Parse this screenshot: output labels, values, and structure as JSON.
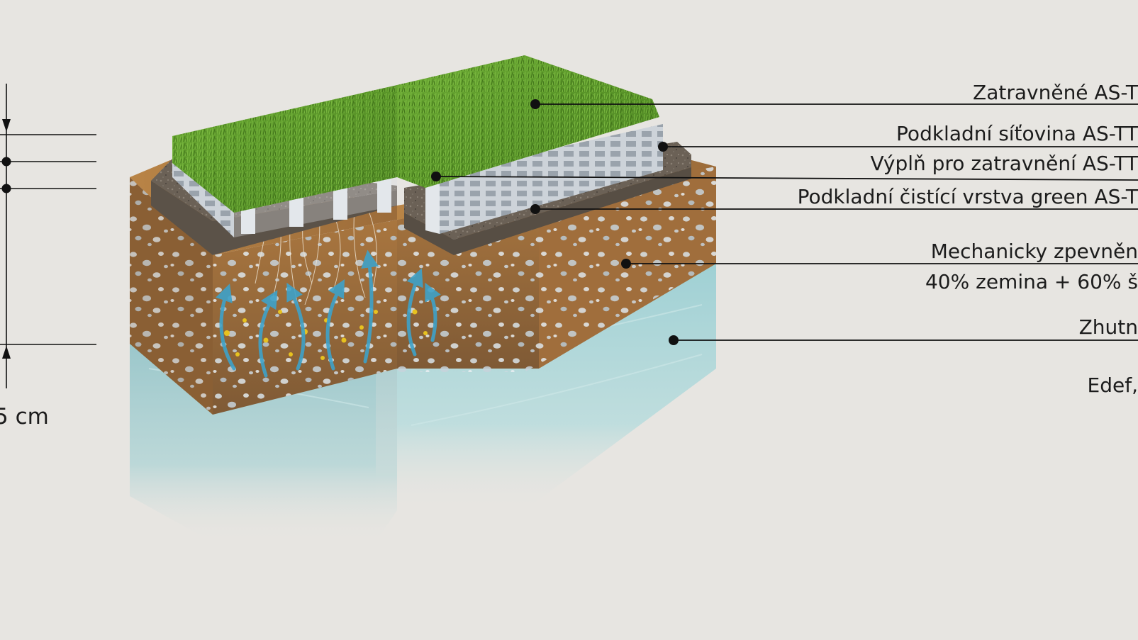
{
  "layer_labels": [
    {
      "id": "grass",
      "text": "Zatravněné AS-T"
    },
    {
      "id": "mesh",
      "text": "Podkladní síťovina AS-TT"
    },
    {
      "id": "fill",
      "text": "Výplň pro zatravnění AS-TT"
    },
    {
      "id": "cleaning",
      "text": "Podkladní čistící vrstva green AS-T"
    },
    {
      "id": "mechanical_1",
      "text": "Mechanicky zpevněn"
    },
    {
      "id": "mechanical_2",
      "text": "40% zemina + 60% š"
    },
    {
      "id": "compacted",
      "text": "Zhutn"
    },
    {
      "id": "edef",
      "text": "Edef,"
    }
  ],
  "dimension": {
    "text": "5 cm"
  },
  "colors": {
    "background": "#e7e5e1",
    "grass": "#5f9a2e",
    "grid": "#c9cfd6",
    "fill_gravel": "#6b6156",
    "soil": "#9b6a3c",
    "subgrade": "#9fd0d4",
    "water_arrow": "#3ea2c9",
    "leader": "#111111"
  }
}
